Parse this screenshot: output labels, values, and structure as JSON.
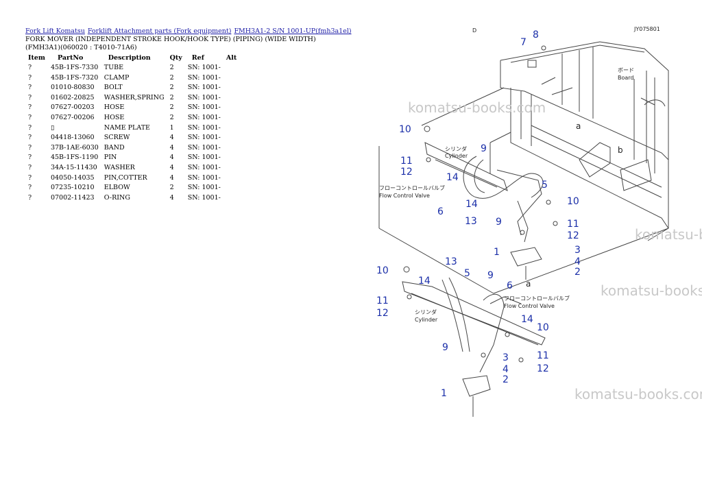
{
  "breadcrumbs": [
    {
      "label": "Fork Lift Komatsu"
    },
    {
      "label": "Forklift Attachment parts (Fork equipment)"
    },
    {
      "label": "FMH3A1-2 S/N 1001-UP(fmh3a1el)"
    }
  ],
  "title_line1": "FORK MOVER (INDEPENDENT STROKE HOOK/HOOK TYPE) (PIPING) (WIDE WIDTH)",
  "title_line2": "(FMH3A1)(060020 : T4010-71A6)",
  "table": {
    "headers": [
      "Item",
      "PartNo",
      "Description",
      "Qty",
      "Ref",
      "Alt"
    ],
    "rows": [
      {
        "item": "?",
        "part": "45B-1FS-7330",
        "desc": "TUBE",
        "qty": "2",
        "ref": "SN: 1001-",
        "alt": ""
      },
      {
        "item": "?",
        "part": "45B-1FS-7320",
        "desc": "CLAMP",
        "qty": "2",
        "ref": "SN: 1001-",
        "alt": ""
      },
      {
        "item": "?",
        "part": "01010-80830",
        "desc": "BOLT",
        "qty": "2",
        "ref": "SN: 1001-",
        "alt": ""
      },
      {
        "item": "?",
        "part": "01602-20825",
        "desc": "WASHER,SPRING",
        "qty": "2",
        "ref": "SN: 1001-",
        "alt": ""
      },
      {
        "item": "?",
        "part": "07627-00203",
        "desc": "HOSE",
        "qty": "2",
        "ref": "SN: 1001-",
        "alt": ""
      },
      {
        "item": "?",
        "part": "07627-00206",
        "desc": "HOSE",
        "qty": "2",
        "ref": "SN: 1001-",
        "alt": ""
      },
      {
        "item": "?",
        "part": "▯",
        "desc": "NAME PLATE",
        "qty": "1",
        "ref": "SN: 1001-",
        "alt": ""
      },
      {
        "item": "?",
        "part": "04418-13060",
        "desc": "SCREW",
        "qty": "4",
        "ref": "SN: 1001-",
        "alt": ""
      },
      {
        "item": "?",
        "part": "37B-1AE-6030",
        "desc": "BAND",
        "qty": "4",
        "ref": "SN: 1001-",
        "alt": ""
      },
      {
        "item": "?",
        "part": "45B-1FS-1190",
        "desc": "PIN",
        "qty": "4",
        "ref": "SN: 1001-",
        "alt": ""
      },
      {
        "item": "?",
        "part": "34A-15-11430",
        "desc": "WASHER",
        "qty": "4",
        "ref": "SN: 1001-",
        "alt": ""
      },
      {
        "item": "?",
        "part": "04050-14035",
        "desc": "PIN,COTTER",
        "qty": "4",
        "ref": "SN: 1001-",
        "alt": ""
      },
      {
        "item": "?",
        "part": "07235-10210",
        "desc": "ELBOW",
        "qty": "2",
        "ref": "SN: 1001-",
        "alt": ""
      },
      {
        "item": "?",
        "part": "07002-11423",
        "desc": "O-RING",
        "qty": "4",
        "ref": "SN: 1001-",
        "alt": ""
      }
    ]
  },
  "diagram": {
    "code": "JY075801",
    "corner_mark": "D",
    "labels": {
      "board_jp": "ボード",
      "board_en": "Board",
      "cylinder_jp": "シリンダ",
      "cylinder_en": "Cylinder",
      "fcv_jp": "フローコントロールバルブ",
      "fcv_en": "Flow Control Valve",
      "a": "a",
      "b": "b"
    },
    "callouts": [
      "1",
      "2",
      "3",
      "4",
      "5",
      "6",
      "7",
      "8",
      "9",
      "10",
      "11",
      "12",
      "13",
      "14"
    ]
  },
  "watermark": "komatsu-books.com",
  "colors": {
    "link": "#1a1aa6",
    "callout": "#1a2ea8",
    "watermark": "#c8c8c8"
  }
}
